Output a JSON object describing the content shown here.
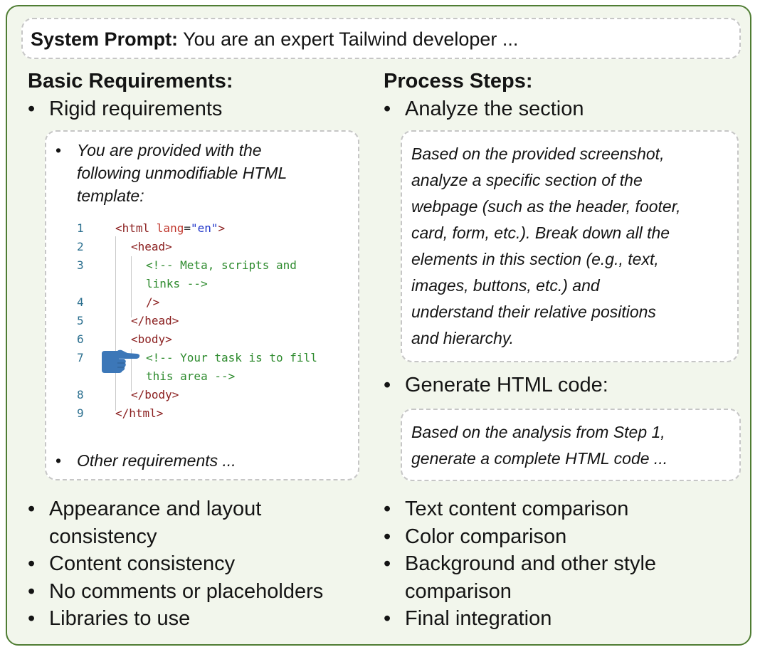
{
  "system_prompt": {
    "label": "System Prompt:",
    "text": " You are an expert Tailwind developer ..."
  },
  "basic": {
    "heading": "Basic Requirements:",
    "top_item": "Rigid requirements",
    "template_intro": [
      "You are provided with the",
      "following unmodifiable HTML",
      "template:"
    ],
    "other_requirements": "Other requirements ...",
    "items": [
      "Appearance and layout",
      "consistency",
      "Content consistency",
      "No comments or placeholders",
      "Libraries to use"
    ]
  },
  "code": {
    "line_numbers": [
      "1",
      "2",
      "3",
      "4",
      "5",
      "6",
      "7",
      "8",
      "9"
    ],
    "l1_open": "<html ",
    "l1_attr": "lang",
    "l1_eq": "=",
    "l1_val": "\"en\"",
    "l1_close": ">",
    "l2": "<head>",
    "l3a": "<!-- Meta, scripts and",
    "l3b": "links -->",
    "l4": "/>",
    "l5": "</head>",
    "l6": "<body>",
    "l7a": "<!-- Your task is to fill",
    "l7b": "this area  -->",
    "l8": "</body>",
    "l9": "</html>"
  },
  "process": {
    "heading": "Process Steps:",
    "step1_title": "Analyze the section",
    "step1_text": [
      "Based on the provided screenshot,",
      "analyze a specific section of the",
      "webpage (such as the header, footer,",
      "card, form, etc.). Break down all the",
      "elements in this section (e.g., text,",
      "images, buttons, etc.) and",
      "understand their relative positions",
      "and hierarchy."
    ],
    "step2_title": "Generate HTML code:",
    "step2_text": [
      "Based on the analysis from Step 1,",
      "generate a complete HTML code ..."
    ],
    "items": [
      "Text content comparison",
      "Color comparison",
      "Background and other style",
      "comparison",
      "Final integration"
    ]
  },
  "colors": {
    "frame_border": "#4f7d33",
    "frame_fill": "#f2f6ec",
    "hand": "#3c77b8"
  },
  "icons": {
    "pointer": "pointing-hand-icon"
  }
}
